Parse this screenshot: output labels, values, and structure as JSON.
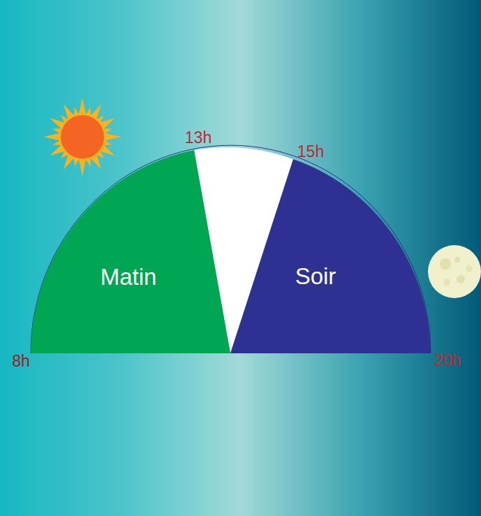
{
  "diagram": {
    "nodes": [
      {
        "text": [
          "Matin"
        ]
      },
      {
        "text": [
          "Soir"
        ]
      }
    ],
    "labels": [
      "8h",
      "13h",
      "15h",
      "20h"
    ]
  }
}
